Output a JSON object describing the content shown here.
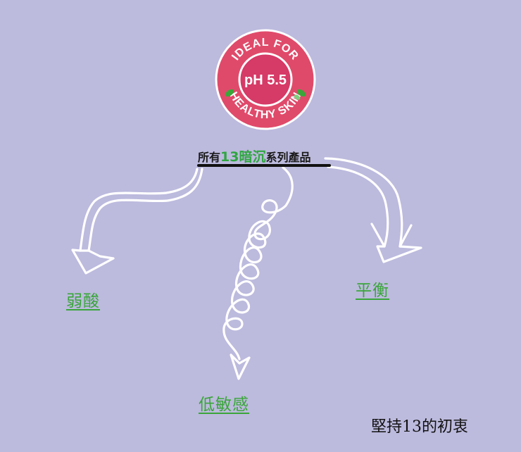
{
  "badge": {
    "top_text": "IDEAL FOR",
    "center_text": "pH 5.5",
    "bottom_text": "HEALTHY SKIN",
    "colors": {
      "ring": "#e04a6a",
      "inner": "#d63a67",
      "border": "#ffffff",
      "leaf": "#3aa63a"
    }
  },
  "title": {
    "prefix": "所有",
    "highlight": "13暗沉",
    "suffix": "系列產品"
  },
  "branches": {
    "weak_acid": "弱酸",
    "balance": "平衡",
    "low_sensitivity": "低敏感"
  },
  "slogan": "堅持13的初衷",
  "colors": {
    "background": "#bcbadd",
    "label": "#3aa63a",
    "arrow": "#ffffff"
  }
}
